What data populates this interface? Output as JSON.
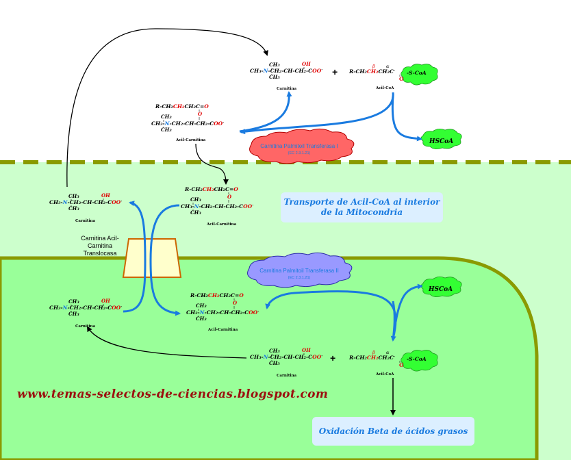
{
  "website": "www.temas-selectos-de-ciencias.blogspot.com",
  "transport_title": "Transporte de Acil-CoA al interior de la Mitocondria",
  "beta_oxidation_title": "Oxidación Beta de ácidos grasos",
  "translocase": "Carnitina Acil-Carnitina Translocasa",
  "enzyme1": {
    "name": "Carnitina Palmitoil Transferasa I",
    "ec": "(EC 2.3.1.21)"
  },
  "enzyme2": {
    "name": "Carnitina Palmitoil Transferasa II",
    "ec": "(EC 2.3.1.21)"
  },
  "hscoa": "HSCoA",
  "plus": "+",
  "labels": {
    "carnitina": "Carnitina",
    "acil_coa": "Acil-CoA",
    "acil_carnitina": "Acil-Carnitina"
  },
  "colors": {
    "intermembrane": "#ccffcc",
    "matrix": "#99ff99",
    "membrane": "#8a9a00",
    "arrow_blue": "#1a7be0",
    "enzyme1_fill": "#ff6666",
    "enzyme2_fill": "#9999ff",
    "hscoa_fill": "#33ff33"
  }
}
